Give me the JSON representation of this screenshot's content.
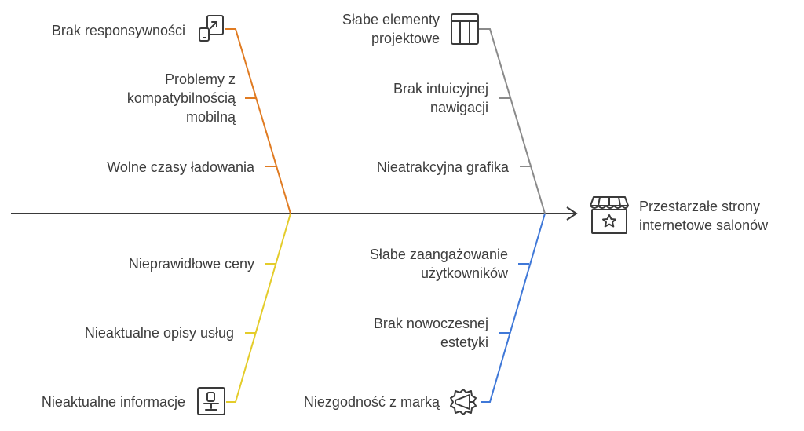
{
  "effect": {
    "label_line1": "Przestarzałe strony",
    "label_line2": "internetowe salonów",
    "icon": "storefront-star-icon"
  },
  "branches": {
    "top_left": {
      "color": "#e07b22",
      "causes": [
        {
          "line1": "Brak responsywności",
          "icon": "responsive-resize-icon"
        },
        {
          "line1": "Problemy z",
          "line2": "kompatybilnością",
          "line3": "mobilną"
        },
        {
          "line1": "Wolne czasy ładowania"
        }
      ]
    },
    "top_right": {
      "color": "#8a8a8a",
      "causes": [
        {
          "line1": "Słabe elementy",
          "line2": "projektowe",
          "icon": "layout-grid-icon"
        },
        {
          "line1": "Brak intuicyjnej",
          "line2": "nawigacji"
        },
        {
          "line1": "Nieatrakcyjna grafika"
        }
      ]
    },
    "bottom_left": {
      "color": "#e4cc2a",
      "causes": [
        {
          "line1": "Nieprawidłowe ceny"
        },
        {
          "line1": "Nieaktualne opisy usług"
        },
        {
          "line1": "Nieaktualne informacje",
          "icon": "desk-chair-icon"
        }
      ]
    },
    "bottom_right": {
      "color": "#3f78d8",
      "causes": [
        {
          "line1": "Słabe zaangażowanie",
          "line2": "użytkowników"
        },
        {
          "line1": "Brak nowoczesnej",
          "line2": "estetyki"
        },
        {
          "line1": "Niezgodność z marką",
          "icon": "megaphone-badge-icon"
        }
      ]
    }
  },
  "spine_color": "#3a3a3a"
}
